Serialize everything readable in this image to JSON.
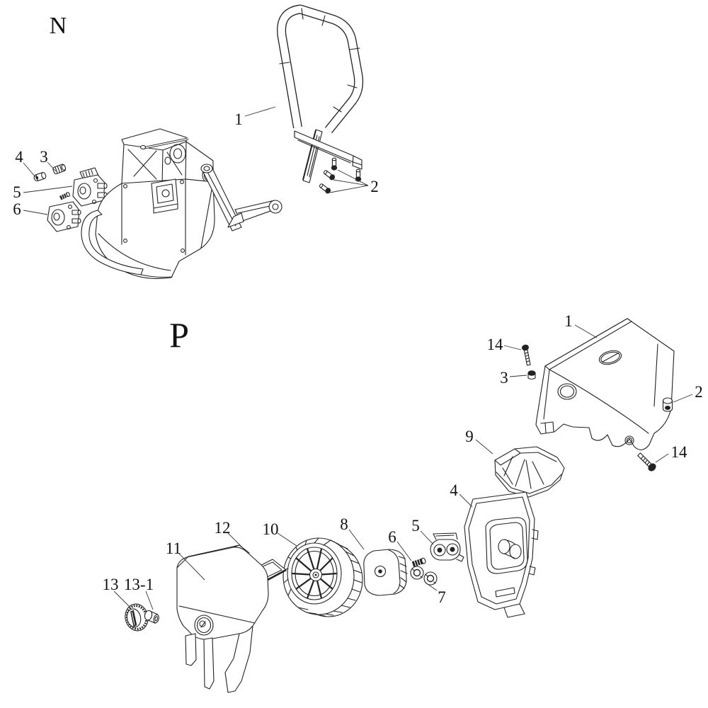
{
  "figure": {
    "background": "#ffffff",
    "ink": "#222222"
  },
  "sections": {
    "n": {
      "label": "N",
      "callouts": {
        "c1": "1",
        "c2": "2",
        "c3": "3",
        "c4": "4",
        "c5": "5",
        "c6": "6"
      }
    },
    "p": {
      "label": "P",
      "callouts": {
        "c1": "1",
        "c2": "2",
        "c3": "3",
        "c4": "4",
        "c5": "5",
        "c6": "6",
        "c7": "7",
        "c8": "8",
        "c9": "9",
        "c10": "10",
        "c11": "11",
        "c12": "12",
        "c13": "13",
        "c13_1": "13-1",
        "c14a": "14",
        "c14b": "14"
      }
    }
  }
}
